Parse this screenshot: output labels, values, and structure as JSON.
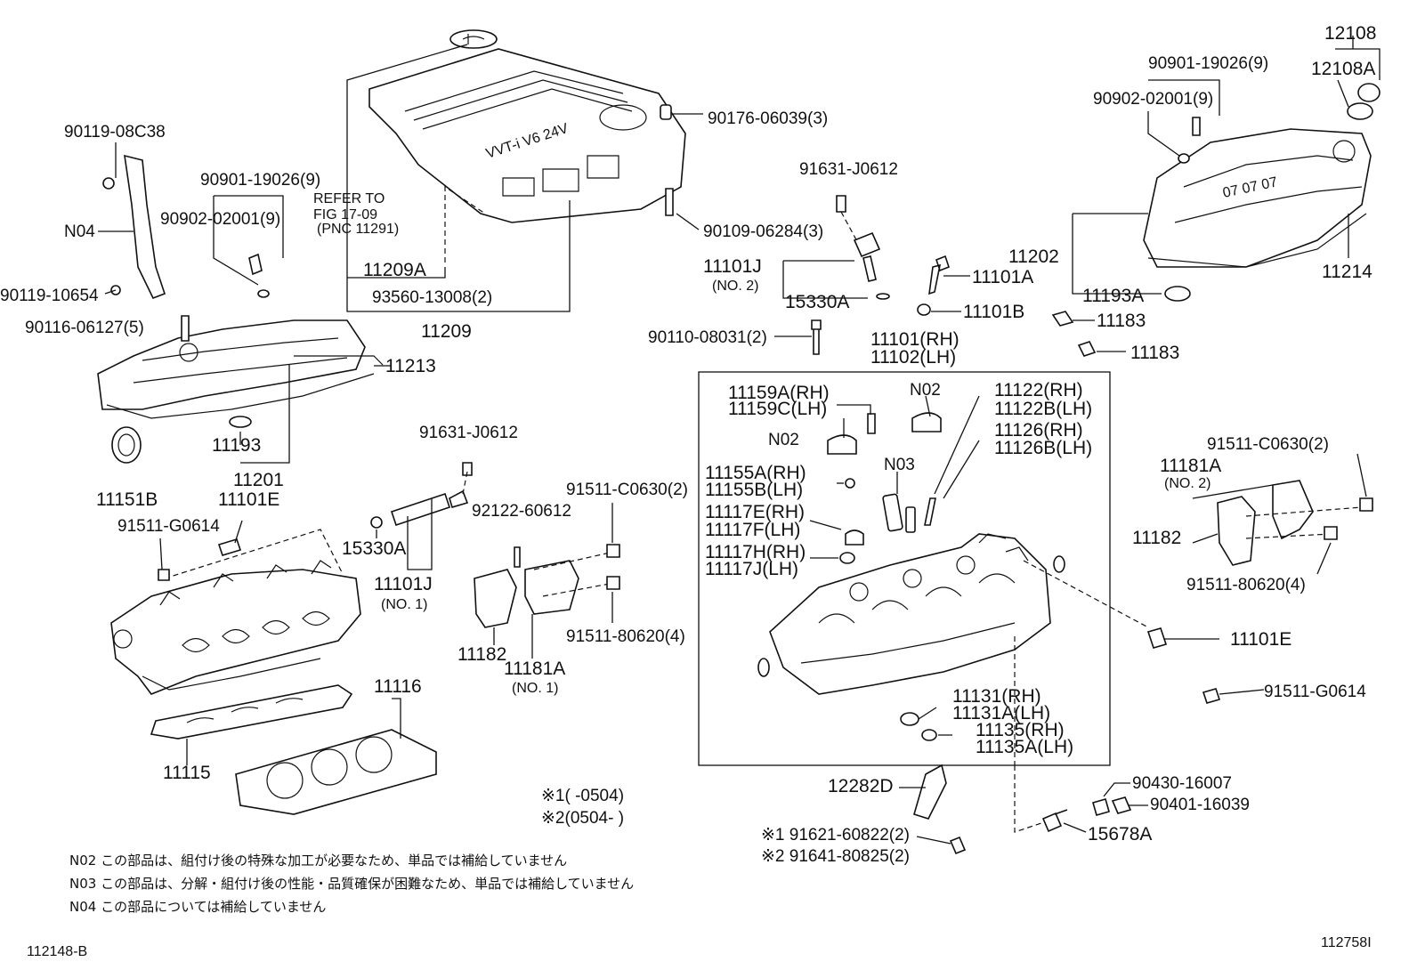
{
  "labels": {
    "p12108": "12108",
    "p12108A": "12108A",
    "p90901_rh": "90901-19026(9)",
    "p90902_rh": "90902-02001(9)",
    "p90119_08C38": "90119-08C38",
    "p90176": "90176-06039(3)",
    "p91631_top": "91631-J0612",
    "p90901_lh": "90901-19026(9)",
    "p90902_lh": "90902-02001(9)",
    "refer1": "REFER TO",
    "refer2": "FIG 17-09",
    "refer3": "(PNC 11291)",
    "p90109": "90109-06284(3)",
    "n04": "N04",
    "p11209A": "11209A",
    "p11101J_top": "11101J",
    "no2_top": "(NO. 2)",
    "p11101A": "11101A",
    "p11202": "11202",
    "p11214": "11214",
    "p90119_10654": "90119-10654",
    "p93560": "93560-13008(2)",
    "p15330A_top": "15330A",
    "p11193A": "11193A",
    "p11101B": "11101B",
    "p11183a": "11183",
    "p90116": "90116-06127(5)",
    "p11209": "11209",
    "p90110": "90110-08031(2)",
    "p11101rh": "11101(RH)",
    "p11102lh": "11102(LH)",
    "p11183b": "11183",
    "p11213": "11213",
    "p11159A": "11159A(RH)",
    "p11159C": "11159C(LH)",
    "n02a": "N02",
    "p11122": "11122(RH)",
    "p11122B": "11122B(LH)",
    "p11126": "11126(RH)",
    "p11126B": "11126B(LH)",
    "n02b": "N02",
    "p91631_mid": "91631-J0612",
    "p11193": "11193",
    "p91511_C_rh": "91511-C0630(2)",
    "p11201": "11201",
    "n03": "N03",
    "p11155A": "11155A(RH)",
    "p11155B": "11155B(LH)",
    "p11181A_rh": "11181A",
    "no2_rh": "(NO. 2)",
    "p11151B": "11151B",
    "p11101E_lh": "11101E",
    "p91511_C_lh": "91511-C0630(2)",
    "p92122": "92122-60612",
    "p11117E": "11117E(RH)",
    "p11117F": "11117F(LH)",
    "p91511_G_lh": "91511-G0614",
    "p11182_rh": "11182",
    "p15330A_lh": "15330A",
    "p11117H": "11117H(RH)",
    "p11117J": "11117J(LH)",
    "p11101J_lh": "11101J",
    "no1_a": "(NO. 1)",
    "p91511_8_rh": "91511-80620(4)",
    "p11182_lh": "11182",
    "p11181A_lh": "11181A",
    "no1_b": "(NO. 1)",
    "p91511_8_lh": "91511-80620(4)",
    "p11101E_rh": "11101E",
    "p11116": "11116",
    "p91511_G_rh": "91511-G0614",
    "p11131": "11131(RH)",
    "p11131A": "11131A(LH)",
    "p11135": "11135(RH)",
    "p11135A": "11135A(LH)",
    "p11115": "11115",
    "p90430": "90430-16007",
    "p12282D": "12282D",
    "p90401": "90401-16039",
    "p15678A": "15678A",
    "p91621": "※1 91621-60822(2)",
    "p91641": "※2 91641-80825(2)",
    "foot1": "※1(      -0504)",
    "foot2": "※2(0504-      )"
  },
  "notes": {
    "n02": "N02 この部品は、組付け後の特殊な加工が必要なため、単品では補給していません",
    "n03": "N03 この部品は、分解・組付け後の性能・品質確保が困難なため、単品では補給していません",
    "n04": "N04 この部品については補給していません"
  },
  "codes": {
    "left": "112148-B",
    "right": "112758I"
  },
  "cover_text": "VVT-i V6 24V",
  "valve_cover_text": "07 07 07"
}
